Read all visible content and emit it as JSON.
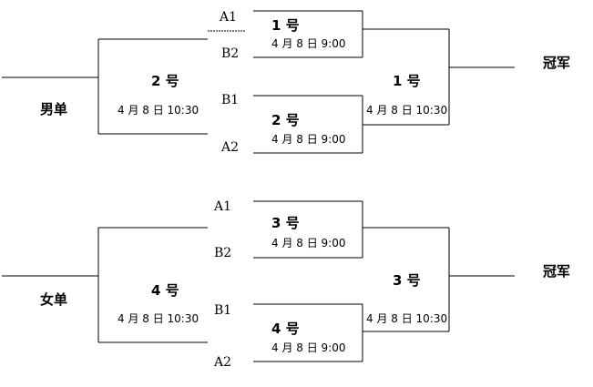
{
  "brackets": [
    {
      "event": "男单",
      "champion": "冠军",
      "seeds": [
        "A1",
        "B2",
        "B1",
        "A2"
      ],
      "semis": [
        {
          "court": "1 号",
          "time": "4 月 8 日 9:00"
        },
        {
          "court": "2 号",
          "time": "4 月 8 日 9:00"
        }
      ],
      "left_match": {
        "court": "2 号",
        "time": "4 月 8 日 10:30"
      },
      "final": {
        "court": "1 号",
        "time": "4 月 8 日 10:30"
      }
    },
    {
      "event": "女单",
      "champion": "冠军",
      "seeds": [
        "A1",
        "B2",
        "B1",
        "A2"
      ],
      "semis": [
        {
          "court": "3 号",
          "time": "4 月 8 日 9:00"
        },
        {
          "court": "4 号",
          "time": "4 月 8 日 9:00"
        }
      ],
      "left_match": {
        "court": "4 号",
        "time": "4 月 8 日 10:30"
      },
      "final": {
        "court": "3 号",
        "time": "4 月 8 日 10:30"
      }
    }
  ]
}
